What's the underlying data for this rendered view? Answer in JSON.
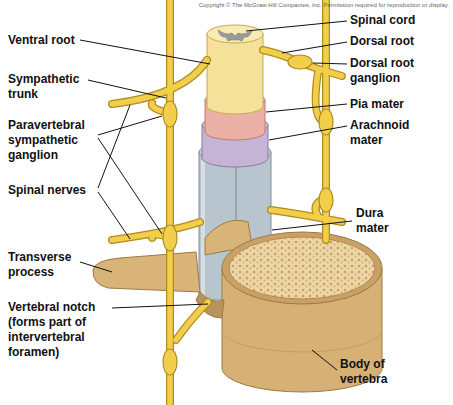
{
  "diagram": {
    "labels": [
      "Copyright © The McGraw-Hill Companies, Inc. Permission required for reproduction or display.",
      "Ventral root",
      "Spinal cord",
      "Dorsal root",
      "Sympathetic trunk",
      "Dorsal root ganglion",
      "Paravertebral sympathetic ganglion",
      "Pia mater",
      "Arachnoid mater",
      "Spinal nerves",
      "Dura mater",
      "Transverse process",
      "Vertebral notch (forms part of intervertebral foramen)",
      "Body of vertebra"
    ]
  }
}
